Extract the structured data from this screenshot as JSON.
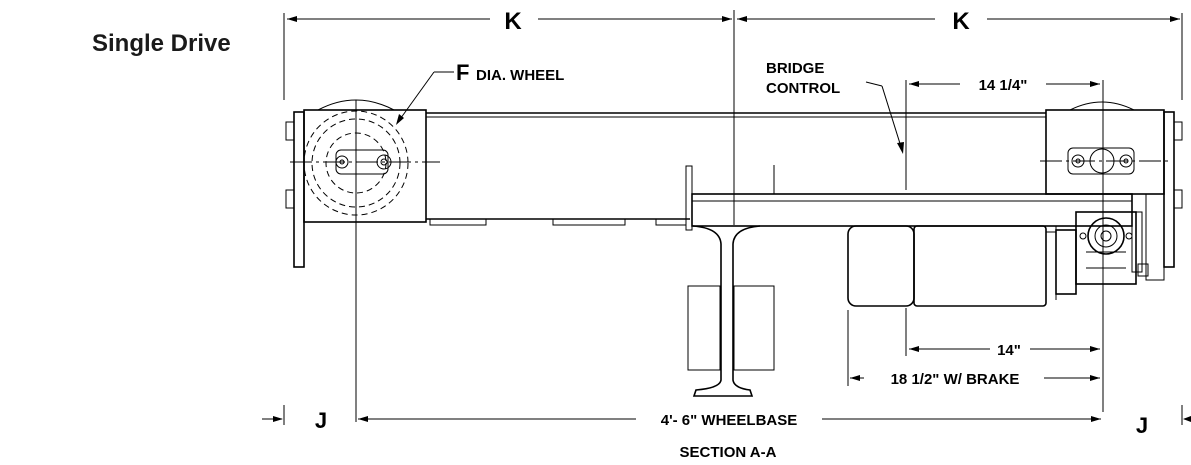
{
  "title": "Single Drive",
  "labels": {
    "k_left": "K",
    "k_right": "K",
    "f_letter": "F",
    "f_text": "DIA. WHEEL",
    "bridge_line1": "BRIDGE",
    "bridge_line2": "CONTROL",
    "dim_14_quarter": "14 1/4\"",
    "dim_14": "14\"",
    "dim_18_half": "18 1/2\" W/ BRAKE",
    "j_left": "J",
    "j_right": "J",
    "wheelbase": "4'- 6\" WHEELBASE",
    "section": "SECTION A-A"
  }
}
